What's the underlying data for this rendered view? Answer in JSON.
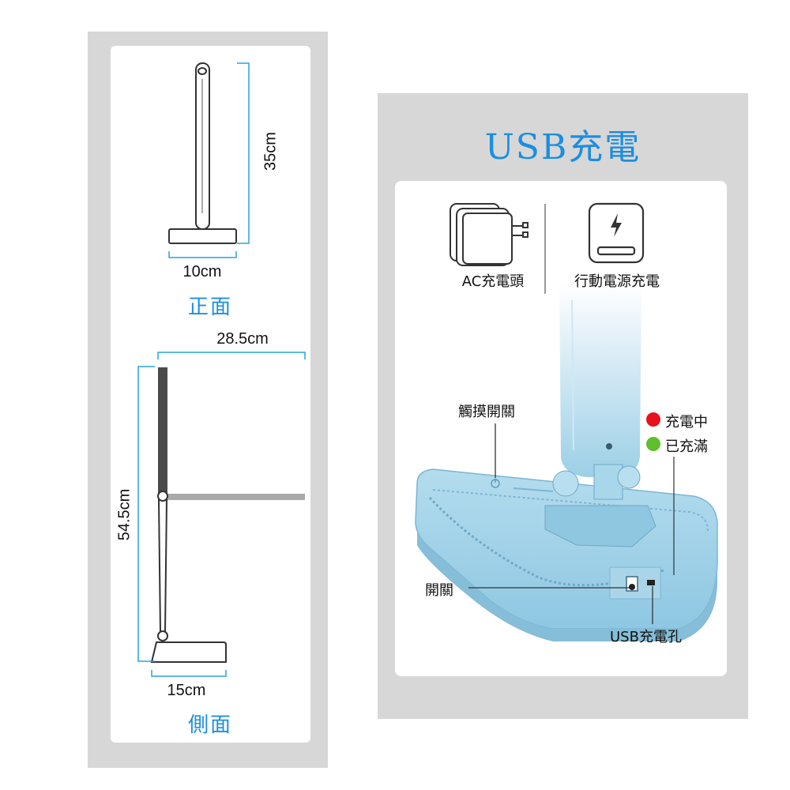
{
  "left_panel": {
    "front_view": {
      "height_label": "35cm",
      "width_label": "10cm",
      "view_label": "正面"
    },
    "side_view": {
      "reach_label": "28.5cm",
      "height_label": "54.5cm",
      "base_label": "15cm",
      "view_label": "側面"
    }
  },
  "right_panel": {
    "title": "USB充電",
    "methods": [
      {
        "label": "AC充電頭",
        "icon": "ac-adapter-icon"
      },
      {
        "label": "行動電源充電",
        "icon": "power-bank-icon"
      }
    ],
    "legend": [
      {
        "label": "充電中",
        "color": "#e8121b"
      },
      {
        "label": "已充滿",
        "color": "#5fbf2e"
      }
    ],
    "callouts": {
      "touch_switch": "觸摸開關",
      "power_switch": "開關",
      "usb_port": "USB充電孔"
    }
  },
  "colors": {
    "accent_blue": "#1e8fe0",
    "lamp_blue": "#9ccfe6",
    "dimension_line": "#29a3dc"
  }
}
